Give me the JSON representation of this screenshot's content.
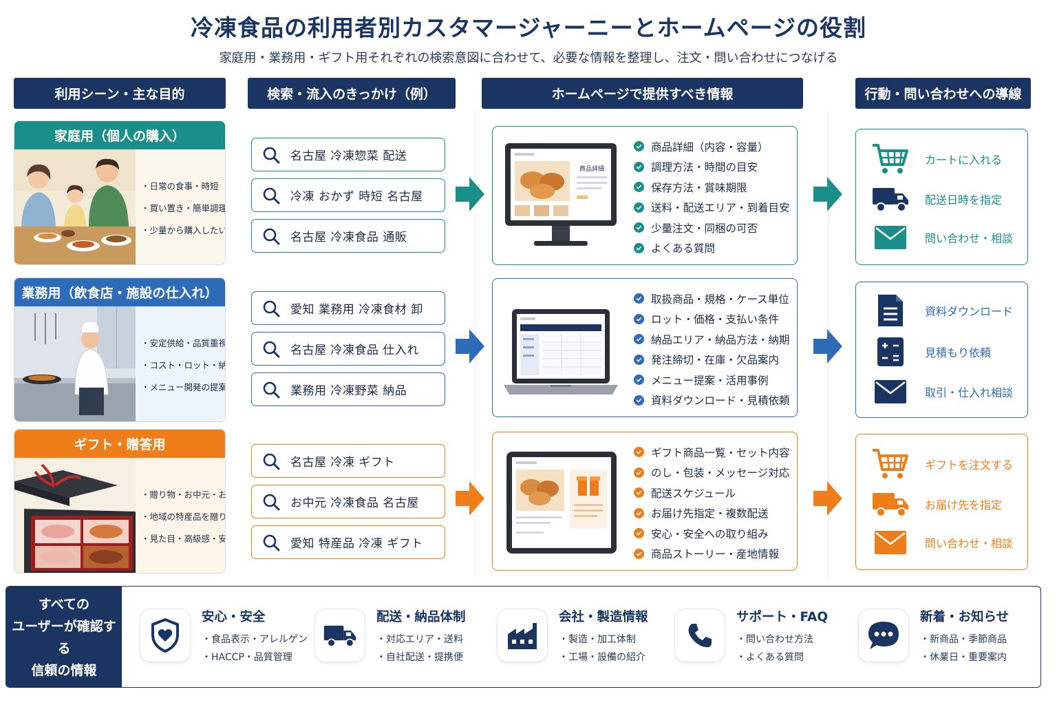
{
  "title": "冷凍食品の利用者別カスタマージャーニーとホームページの役割",
  "subtitle": "家庭用・業務用・ギフト用それぞれの検索意図に合わせて、必要な情報を整理し、注文・問い合わせにつなげる",
  "columns": [
    "利用シーン・主な目的",
    "検索・流入のきっかけ（例）",
    "ホームページで提供すべき情報",
    "行動・問い合わせへの導線"
  ],
  "colors": {
    "navy": "#1b3563",
    "teal": "#1a8f8a",
    "blue": "#2e6bb8",
    "orange": "#ee7d1a"
  },
  "scenes": [
    {
      "title": "家庭用（個人の購入）",
      "points": [
        "・日常の食事・時短",
        "・買い置き・簡単調理",
        "・少量から購入したい"
      ]
    },
    {
      "title": "業務用（飲食店・施設の仕入れ）",
      "points": [
        "・安定供給・品質重視",
        "・コスト・ロット・納期",
        "・メニュー開発の提案"
      ]
    },
    {
      "title": "ギフト・贈答用",
      "points": [
        "・贈り物・お中元・お歳暮",
        "・地域の特産品を贈りたい",
        "・見た目・高級感・安心感"
      ]
    }
  ],
  "searches": [
    [
      "名古屋 冷凍惣菜 配送",
      "冷凍 おかず 時短 名古屋",
      "名古屋 冷凍食品 通販"
    ],
    [
      "愛知 業務用 冷凍食材 卸",
      "名古屋 冷凍食品 仕入れ",
      "業務用 冷凍野菜 納品"
    ],
    [
      "名古屋 冷凍 ギフト",
      "お中元 冷凍食品 名古屋",
      "愛知 特産品 冷凍 ギフト"
    ]
  ],
  "info": [
    [
      "商品詳細（内容・容量）",
      "調理方法・時間の目安",
      "保存方法・賞味期限",
      "送料・配送エリア・到着目安",
      "少量注文・同梱の可否",
      "よくある質問"
    ],
    [
      "取扱商品・規格・ケース単位",
      "ロット・価格・支払い条件",
      "納品エリア・納品方法・納期",
      "発注締切・在庫・欠品案内",
      "メニュー提案・活用事例",
      "資料ダウンロード・見積依頼"
    ],
    [
      "ギフト商品一覧・セット内容",
      "のし・包装・メッセージ対応",
      "配送スケジュール",
      "お届け先指定・複数配送",
      "安心・安全への取り組み",
      "商品ストーリー・産地情報"
    ]
  ],
  "device_text": "商品詳細",
  "actions": [
    [
      {
        "icon": "cart-icon",
        "label": "カートに入れる"
      },
      {
        "icon": "truck-icon",
        "label": "配送日時を指定"
      },
      {
        "icon": "mail-icon",
        "label": "問い合わせ・相談"
      }
    ],
    [
      {
        "icon": "document-icon",
        "label": "資料ダウンロード"
      },
      {
        "icon": "calculator-icon",
        "label": "見積もり依頼"
      },
      {
        "icon": "mail-icon",
        "label": "取引・仕入れ相談"
      }
    ],
    [
      {
        "icon": "cart-icon",
        "label": "ギフトを注文する"
      },
      {
        "icon": "truck-icon",
        "label": "お届け先を指定"
      },
      {
        "icon": "mail-icon",
        "label": "問い合わせ・相談"
      }
    ]
  ],
  "trust": {
    "heading": [
      "すべての",
      "ユーザーが確認する",
      "信頼の情報"
    ],
    "items": [
      {
        "icon": "shield-heart-icon",
        "title": "安心・安全",
        "lines": [
          "・食品表示・アレルゲン",
          "・HACCP・品質管理"
        ]
      },
      {
        "icon": "truck-icon",
        "title": "配送・納品体制",
        "lines": [
          "・対応エリア・送料",
          "・自社配送・提携便"
        ]
      },
      {
        "icon": "factory-icon",
        "title": "会社・製造情報",
        "lines": [
          "・製造・加工体制",
          "・工場・設備の紹介"
        ]
      },
      {
        "icon": "phone-icon",
        "title": "サポート・FAQ",
        "lines": [
          "・問い合わせ方法",
          "・よくある質問"
        ]
      },
      {
        "icon": "chat-bubble-icon",
        "title": "新着・お知らせ",
        "lines": [
          "・新商品・季節商品",
          "・休業日・重要案内"
        ]
      }
    ]
  }
}
